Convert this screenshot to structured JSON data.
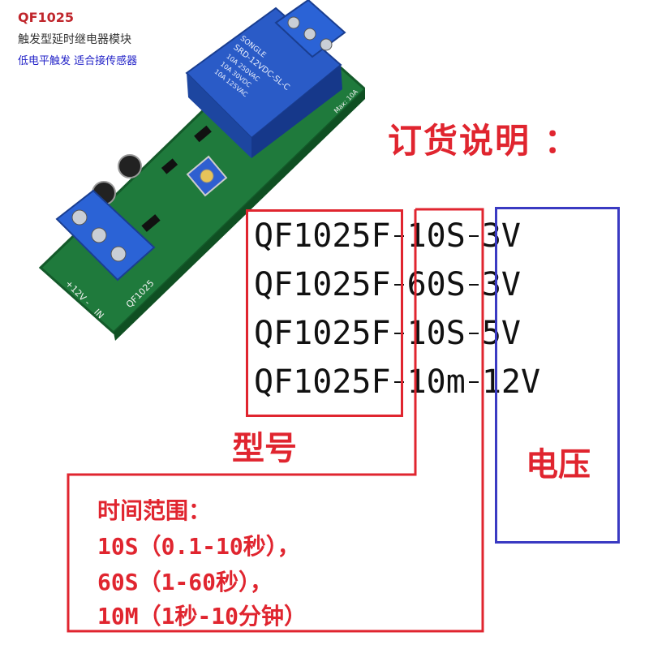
{
  "header": {
    "title": "QF1025",
    "line1": "触发型延时继电器模块",
    "line2": "低电平触发 适合接传感器"
  },
  "board": {
    "relay_text": [
      "SONGLE",
      "SRD-12VDC-SL-C",
      "10A 250VAC",
      "10A 30VDC",
      "10A 125VAC"
    ],
    "silk_brand": "QF1025",
    "silk_pins": [
      "+12V",
      "-",
      "IN"
    ],
    "silk_max": "Max: 10A"
  },
  "order": {
    "title": "订货说明 ：",
    "rows": [
      {
        "model": "QF1025F",
        "time": "10S",
        "voltage": "3V"
      },
      {
        "model": "QF1025F",
        "time": "60S",
        "voltage": "3V"
      },
      {
        "model": "QF1025F",
        "time": "10S",
        "voltage": "5V"
      },
      {
        "model": "QF1025F",
        "time": "10m",
        "voltage": "12V"
      }
    ],
    "label_model": "型号",
    "label_voltage": "电压"
  },
  "range": {
    "title": "时间范围：",
    "lines": [
      "10S（0.1-10秒），",
      "60S（1-60秒），",
      "10M（1秒-10分钟）"
    ]
  },
  "colors": {
    "accent_red": "#e0252f",
    "accent_blue": "#3a3ac2",
    "pcb_green": "#1f7a3c",
    "relay_blue": "#2a5bc7",
    "terminal_blue": "#2b63d6"
  }
}
